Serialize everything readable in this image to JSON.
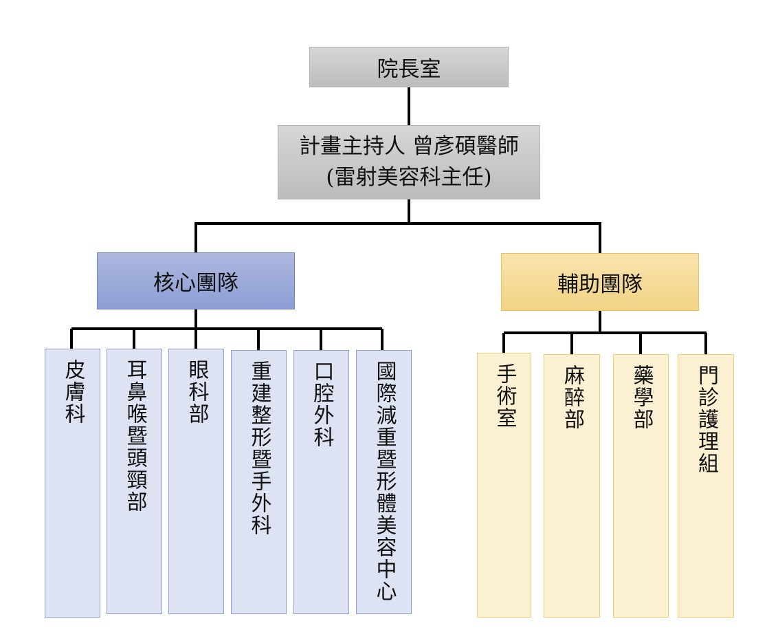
{
  "root": {
    "label": "院長室"
  },
  "director": {
    "line1": "計畫主持人 曾彥碩醫師",
    "line2": "(雷射美容科主任)"
  },
  "core_team": {
    "label": "核心團隊",
    "members": [
      "皮膚科",
      "耳鼻喉暨頭頸部",
      "眼科部",
      "重建整形暨手外科",
      "口腔外科",
      "國際減重暨形體美容中心"
    ]
  },
  "support_team": {
    "label": "輔助團隊",
    "members": [
      "手術室",
      "麻醉部",
      "藥學部",
      "門診護理組"
    ]
  },
  "colors": {
    "gray": "#c8c8c8",
    "core": "#9aa9d9",
    "core_leaf": "#dde3f3",
    "support": "#f5dc9a",
    "support_leaf": "#fbf0d1"
  }
}
